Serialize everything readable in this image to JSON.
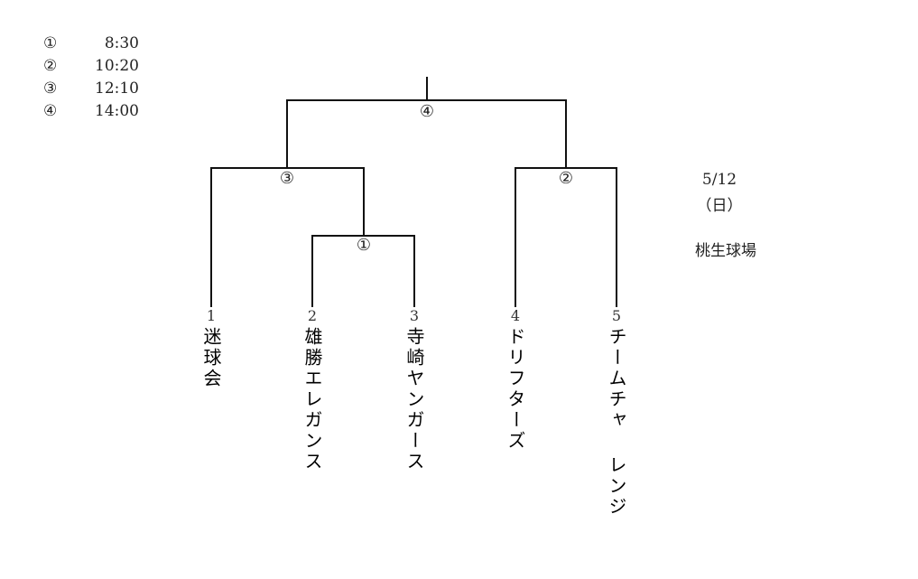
{
  "schedule": [
    {
      "round": "①",
      "time": "8:30"
    },
    {
      "round": "②",
      "time": "10:20"
    },
    {
      "round": "③",
      "time": "12:10"
    },
    {
      "round": "④",
      "time": "14:00"
    }
  ],
  "bracket": {
    "match_marks": {
      "final": "④",
      "semi_left": "③",
      "semi_right": "②",
      "first": "①"
    },
    "teams": [
      {
        "seed": "1",
        "name": "迷球会"
      },
      {
        "seed": "2",
        "name": "雄勝エレガンス"
      },
      {
        "seed": "3",
        "name": "寺崎ヤンガース"
      },
      {
        "seed": "4",
        "name": "ドリフターズ"
      },
      {
        "seed": "5",
        "name": "チームチャ レンジ"
      }
    ]
  },
  "info": {
    "date": "5/12",
    "weekday": "（日）",
    "venue": "桃生球場"
  }
}
